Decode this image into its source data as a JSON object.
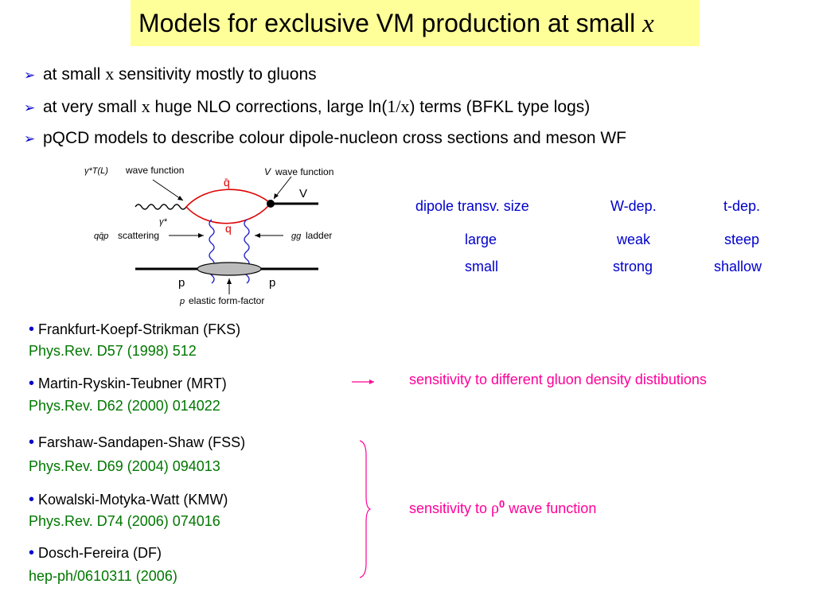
{
  "title": {
    "prefix": "Models for exclusive VM production at small ",
    "var": "x"
  },
  "bullets": [
    {
      "a": "at small ",
      "x": "x",
      "b": " sensitivity mostly to gluons"
    },
    {
      "a": "at very small ",
      "x": "x",
      "b": " huge NLO corrections,    large ln(",
      "frac": "1/x",
      "c": ") terms (BFKL type logs)"
    },
    {
      "a": "pQCD models to describe colour dipole-nucleon cross sections and meson WF"
    }
  ],
  "diagram": {
    "gamma_label": "γ*T(L)",
    "wave_function": "wave function",
    "v_label": "V",
    "v_wave_function": "wave function",
    "qbar": "q̄",
    "q": "q",
    "V": "V",
    "gamma_star": "γ*",
    "qqp_label": "qq̄p",
    "scattering": "scattering",
    "gg_label": "gg",
    "ladder": "ladder",
    "p_left": "p",
    "p_right": "p",
    "p_italic": "p",
    "elastic": "elastic form-factor"
  },
  "table": {
    "headers": [
      "dipole transv. size",
      "W-dep.",
      "t-dep."
    ],
    "rows": [
      [
        "large",
        "weak",
        "steep"
      ],
      [
        "small",
        "strong",
        "shallow"
      ]
    ]
  },
  "refs": [
    {
      "name": "Frankfurt-Koepf-Strikman (FKS)",
      "cite": "Phys.Rev. D57 (1998) 512"
    },
    {
      "name": "Martin-Ryskin-Teubner  (MRT)",
      "cite": "Phys.Rev. D62 (2000) 014022"
    },
    {
      "name": "Farshaw-Sandapen-Shaw  (FSS)",
      "cite": "Phys.Rev. D69 (2004) 094013"
    },
    {
      "name": "Kowalski-Motyka-Watt  (KMW)",
      "cite": "Phys.Rev. D74 (2006) 074016"
    },
    {
      "name": "Dosch-Fereira  (DF)",
      "cite": "hep-ph/0610311 (2006)"
    }
  ],
  "bullet_glyph": "•",
  "notes": {
    "gluon": "sensitivity to different gluon density distibutions",
    "wf_prefix": "sensitivity to ",
    "rho": "ρ",
    "rho_sup": "0",
    "wf_suffix": " wave function"
  },
  "colors": {
    "title_bg": "#ffff99",
    "blue": "#0000cc",
    "green": "#007700",
    "pink": "#ff0099",
    "red": "#cc0000"
  }
}
